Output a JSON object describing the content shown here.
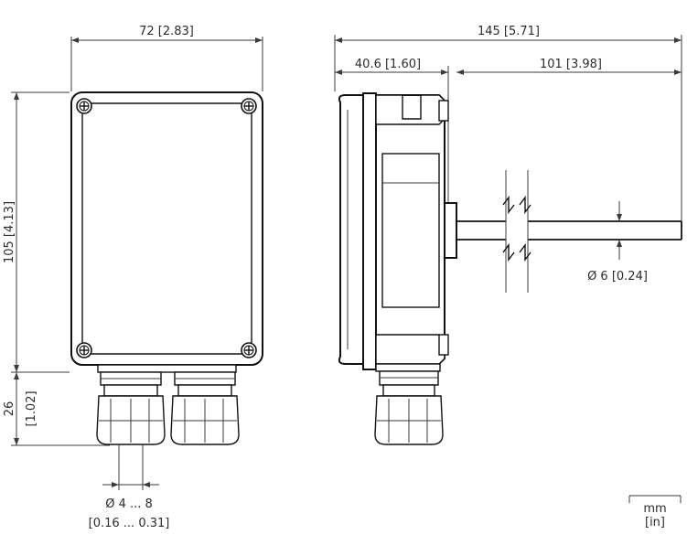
{
  "dimensions": {
    "width_front": "72 [2.83]",
    "height_front": "105 [4.13]",
    "height_gland_mm": "26",
    "height_gland_in": "[1.02]",
    "length_total": "145 [5.71]",
    "depth_housing": "40.6 [1.60]",
    "probe_length": "101 [3.98]",
    "probe_diameter": "Ø 6 [0.24]",
    "cable_range_mm": "Ø 4 ... 8",
    "cable_range_in": "[0.16 ... 0.31]"
  },
  "units": {
    "primary": "mm",
    "secondary": "[in]"
  }
}
